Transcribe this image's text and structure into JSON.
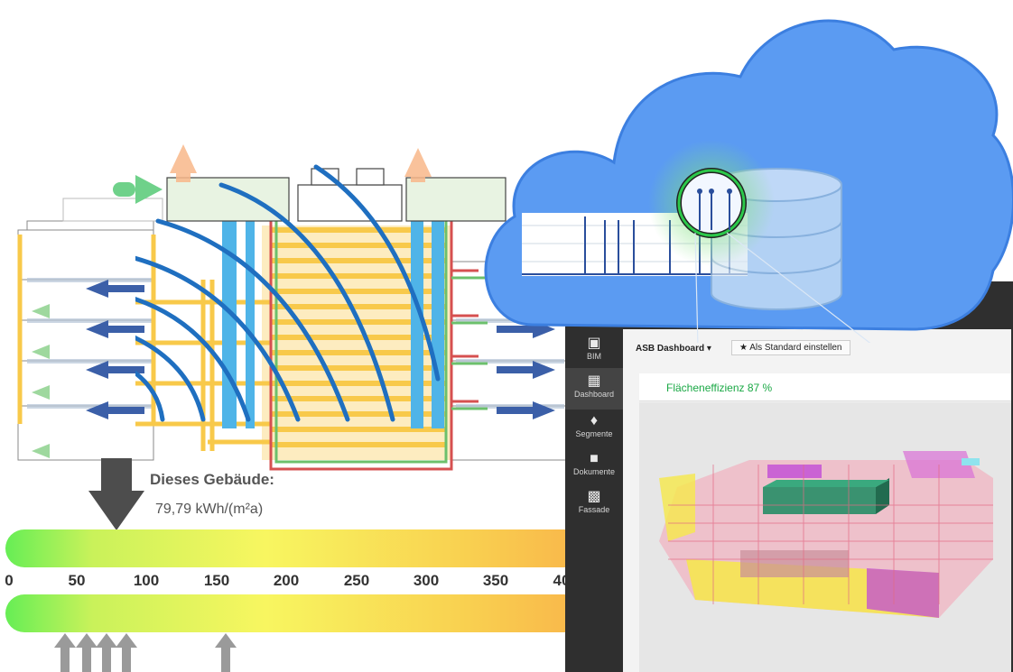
{
  "energy": {
    "heading": "Dieses Gebäude:",
    "value": "79,79 kWh/(m²a)",
    "scale_ticks": [
      "0",
      "50",
      "100",
      "150",
      "200",
      "250",
      "300",
      "350",
      "40"
    ]
  },
  "dashboard": {
    "title": "ASB Dashboard",
    "set_default_label": "Als Standard einstellen",
    "metric_text": "Flächeneffizienz 87 %",
    "sidebar": [
      {
        "label": "BIM",
        "icon": "cube-icon"
      },
      {
        "label": "Dashboard",
        "icon": "grid-icon"
      },
      {
        "label": "Segmente",
        "icon": "segments-icon"
      },
      {
        "label": "Dokumente",
        "icon": "folder-icon"
      },
      {
        "label": "Fassade",
        "icon": "facade-icon"
      }
    ]
  },
  "colors": {
    "cloud": "#5b9bf2",
    "gradient_start": "#66ee55",
    "gradient_mid": "#f8f660",
    "gradient_end": "#f9b64a",
    "signal_arcs": "#1f6fc0",
    "pipe_yellow": "#f8c94a",
    "pipe_blue": "#4fb4e8",
    "sidebar_bg": "#2f2f2f",
    "metric_green": "#1aa845"
  }
}
